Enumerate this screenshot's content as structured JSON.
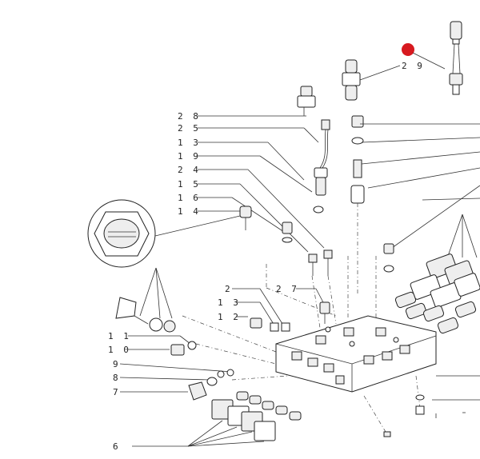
{
  "diagram": {
    "callouts": [
      {
        "id": "c28",
        "text": "2 8"
      },
      {
        "id": "c25",
        "text": "2 5"
      },
      {
        "id": "c13a",
        "text": "1 3"
      },
      {
        "id": "c19",
        "text": "1 9"
      },
      {
        "id": "c24",
        "text": "2 4"
      },
      {
        "id": "c15",
        "text": "1 5"
      },
      {
        "id": "c16",
        "text": "1 6"
      },
      {
        "id": "c14",
        "text": "1 4"
      },
      {
        "id": "c29",
        "text": "2 9"
      },
      {
        "id": "c2",
        "text": "2"
      },
      {
        "id": "c27",
        "text": "2 7"
      },
      {
        "id": "c13b",
        "text": "1 3"
      },
      {
        "id": "c12",
        "text": "1 2"
      },
      {
        "id": "c11",
        "text": "1 1"
      },
      {
        "id": "c10",
        "text": "1 0"
      },
      {
        "id": "c9",
        "text": "9"
      },
      {
        "id": "c8",
        "text": "8"
      },
      {
        "id": "c7",
        "text": "7"
      },
      {
        "id": "c6",
        "text": "6"
      }
    ],
    "highlight_color": "#d7191f",
    "line_color": "#333333"
  }
}
